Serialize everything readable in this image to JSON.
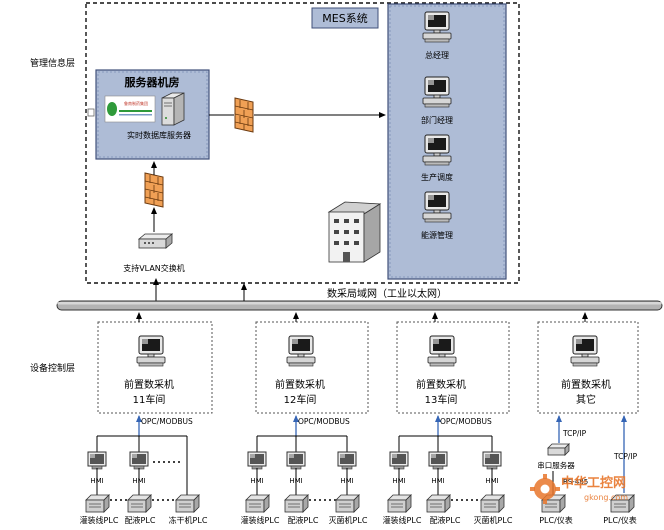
{
  "layers": {
    "management": "管理信息层",
    "device_control": "设备控制层"
  },
  "mes": {
    "title": "MES系统",
    "terminals": [
      "总经理",
      "部门经理",
      "生产调度",
      "能源管理"
    ]
  },
  "server_room": {
    "title": "服务器机房",
    "server_label": "实时数据库服务器",
    "logo_text": "鲁南制药集团"
  },
  "switch_label": "支持VLAN交换机",
  "network_label": "数采局域网（工业以太网）",
  "stations": [
    {
      "line1": "前置数采机",
      "line2": "11车间",
      "protocol": "OPC/MODBUS",
      "hmi": [
        "HMI",
        "HMI"
      ],
      "plcs": [
        "灌装线PLC",
        "配液PLC",
        "冻干机PLC"
      ]
    },
    {
      "line1": "前置数采机",
      "line2": "12车间",
      "protocol": "OPC/MODBUS",
      "hmi": [
        "HMI",
        "HMI",
        "HMI"
      ],
      "plcs": [
        "灌装线PLC",
        "配液PLC",
        "灭菌机PLC"
      ]
    },
    {
      "line1": "前置数采机",
      "line2": "13车间",
      "protocol": "OPC/MODBUS",
      "hmi": [
        "HMI",
        "HMI",
        "HMI"
      ],
      "plcs": [
        "灌装线PLC",
        "配液PLC",
        "灭菌机PLC"
      ]
    },
    {
      "line1": "前置数采机",
      "line2": "其它",
      "tcp_left": "TCP/IP",
      "tcp_right": "TCP/IP",
      "serial_server": "串口服务器",
      "rs485": "RS-485",
      "plcs": [
        "PLC/仪表",
        "PLC/仪表"
      ]
    }
  ],
  "watermark": {
    "cn": "中华工控网",
    "url": "gkong.com"
  },
  "colors": {
    "mes_bg": "#aebcd6",
    "server_bg": "#aebcd6",
    "bus": "#b3b3b3",
    "firewall": "#f0a055",
    "watermark": "#e8762b"
  }
}
